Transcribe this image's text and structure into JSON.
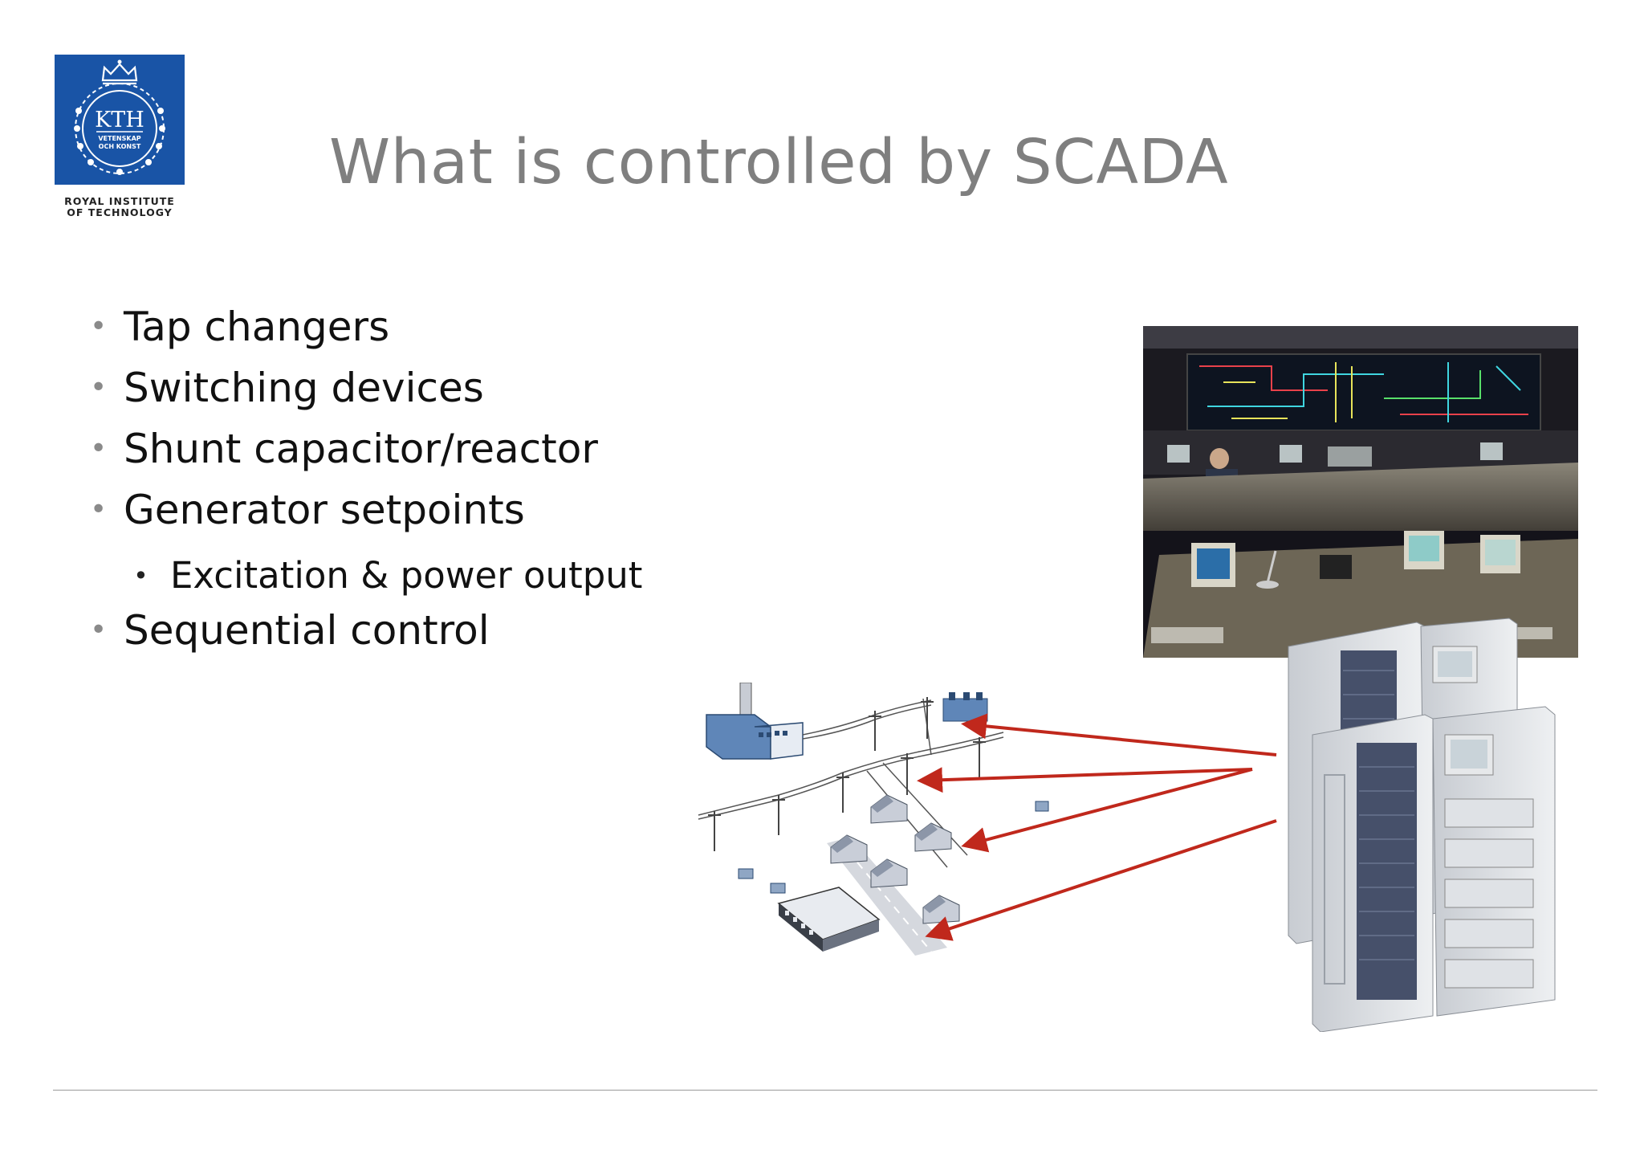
{
  "logo": {
    "monogram": "KTH",
    "motto_line1": "VETENSKAP",
    "motto_line2": "OCH KONST",
    "caption_line1": "ROYAL INSTITUTE",
    "caption_line2": "OF TECHNOLOGY",
    "color": "#1954a6"
  },
  "title": "What is controlled by SCADA",
  "bullets": [
    {
      "level": 1,
      "text": "Tap changers"
    },
    {
      "level": 1,
      "text": "Switching devices"
    },
    {
      "level": 1,
      "text": "Shunt capacitor/reactor"
    },
    {
      "level": 1,
      "text": "Generator setpoints"
    },
    {
      "level": 2,
      "text": "Excitation & power output"
    },
    {
      "level": 1,
      "text": "Sequential control"
    }
  ],
  "arrow_color": "#c0281c"
}
